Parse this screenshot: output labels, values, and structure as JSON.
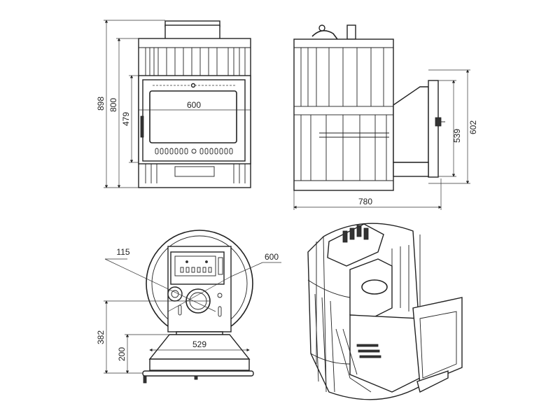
{
  "title": "Sauna stove technical drawing",
  "front_view": {
    "dim_total_height": "898",
    "dim_body_height": "800",
    "dim_door_height": "479",
    "dim_door_width": "600"
  },
  "side_view": {
    "dim_depth": "780",
    "dim_firebox_height": "539",
    "dim_firebox_total": "602"
  },
  "top_view": {
    "dim_flue_offset": "115",
    "dim_diameter": "600",
    "dim_flue_height": "382",
    "dim_base_height": "200",
    "dim_base_width": "529"
  },
  "colors": {
    "line": "#222222",
    "background": "#ffffff"
  }
}
